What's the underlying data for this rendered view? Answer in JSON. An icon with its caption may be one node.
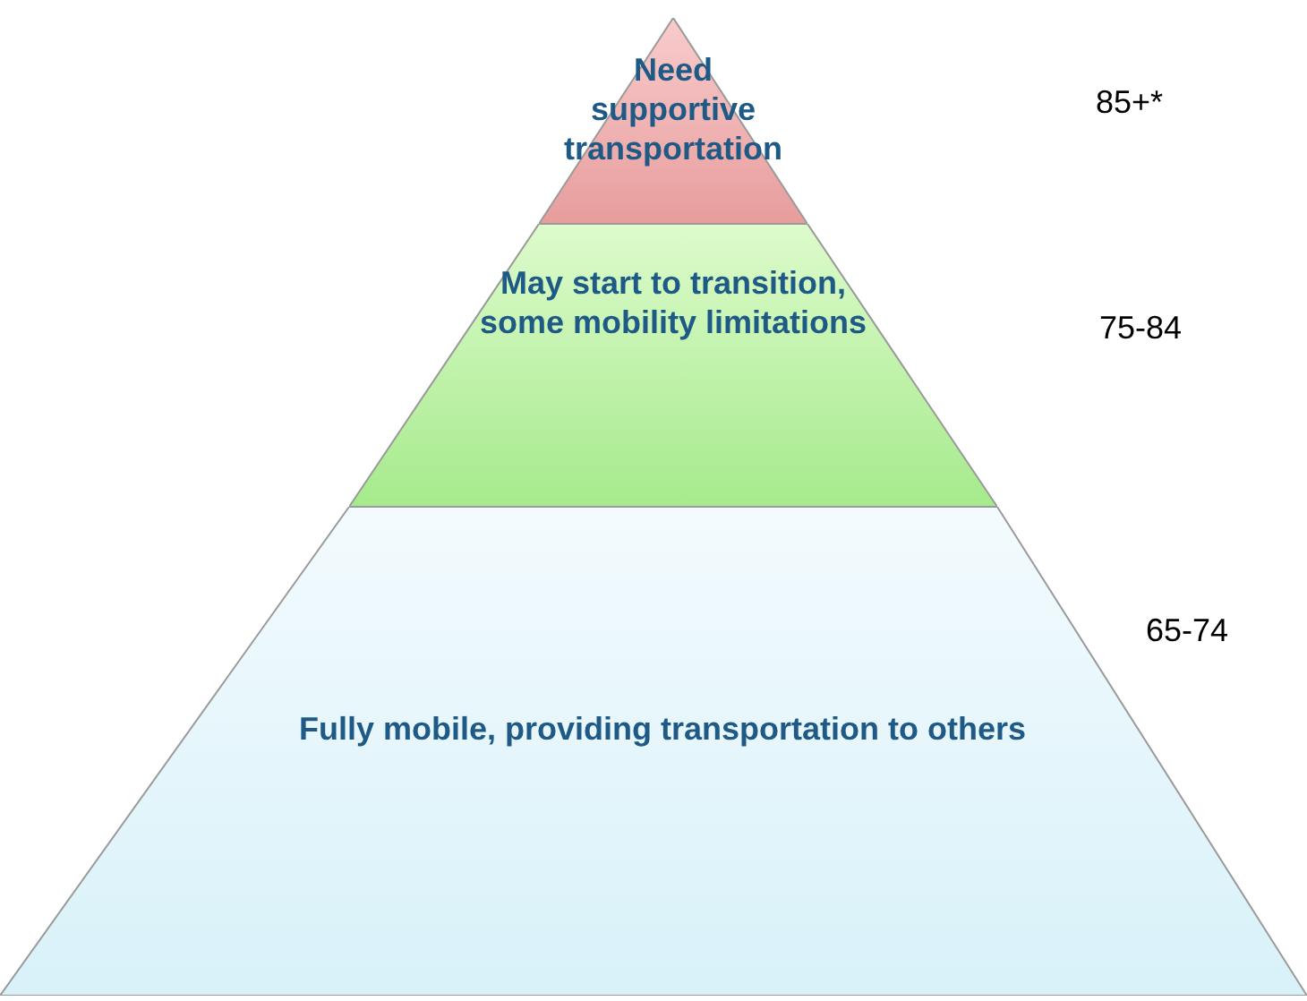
{
  "diagram": {
    "nodes": [
      {
        "text": [
          "Need supportive transportation"
        ]
      },
      {
        "text": [
          "May start to transition, some mobility limitations"
        ]
      },
      {
        "text": [
          "Fully mobile, providing transportation to others"
        ]
      }
    ],
    "labels": [
      "85+*",
      "75-84",
      "65-74"
    ]
  }
}
